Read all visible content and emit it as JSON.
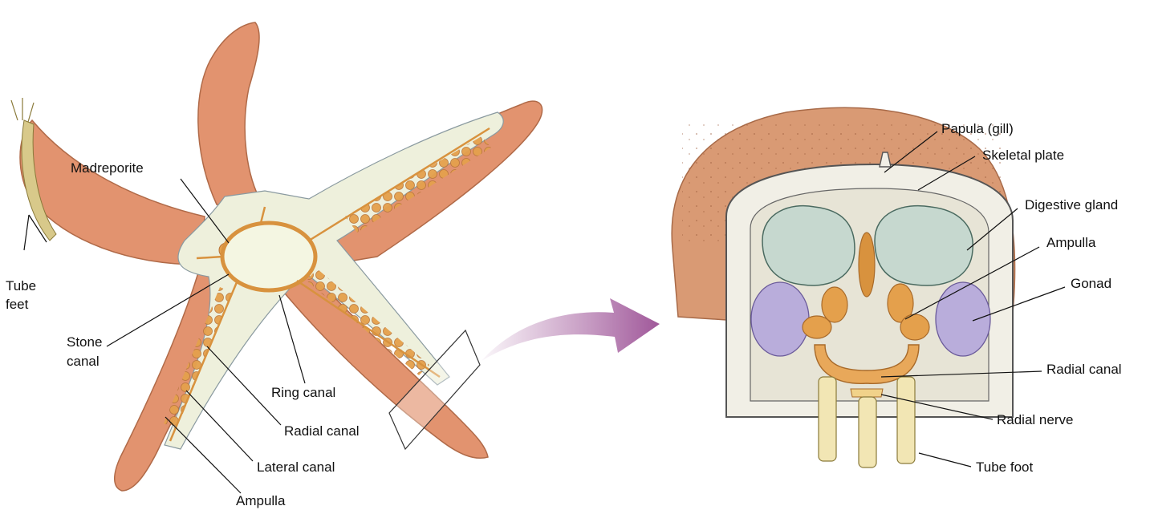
{
  "labels": {
    "madreporite": "Madreporite",
    "tube_feet_1": "Tube",
    "tube_feet_2": "feet",
    "stone_canal_1": "Stone",
    "stone_canal_2": "canal",
    "ring_canal": "Ring canal",
    "radial_canal_left": "Radial canal",
    "lateral_canal": "Lateral canal",
    "ampulla_left": "Ampulla",
    "papula": "Papula (gill)",
    "skeletal_plate": "Skeletal plate",
    "digestive_gland": "Digestive gland",
    "ampulla_right": "Ampulla",
    "gonad": "Gonad",
    "radial_canal_right": "Radial canal",
    "radial_nerve": "Radial nerve",
    "tube_foot": "Tube foot"
  },
  "colors": {
    "skin": "#e2936f",
    "skin_dark": "#c8714f",
    "ambulacral": "#eef0dc",
    "canal": "#e8a85a",
    "ampulla": "#e4a04c",
    "gland": "#c6d8cf",
    "gonad": "#b9addb",
    "plate": "#f1efe6",
    "arrow": "#a0589a"
  }
}
